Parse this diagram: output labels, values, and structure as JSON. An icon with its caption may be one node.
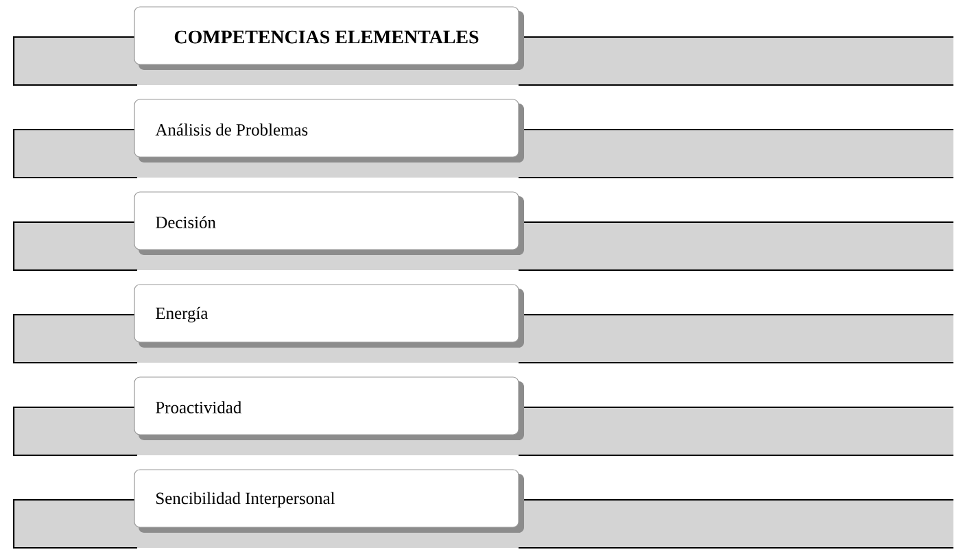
{
  "diagram": {
    "nodes": [
      {
        "text": [
          "COMPETENCIAS ELEMENTALES"
        ]
      },
      {
        "text": [
          "Análisis de Problemas"
        ]
      },
      {
        "text": [
          "Decisión"
        ]
      },
      {
        "text": [
          "Energía"
        ]
      },
      {
        "text": [
          "Proactividad"
        ]
      },
      {
        "text": [
          "Sencibilidad Interpersonal"
        ]
      }
    ]
  }
}
